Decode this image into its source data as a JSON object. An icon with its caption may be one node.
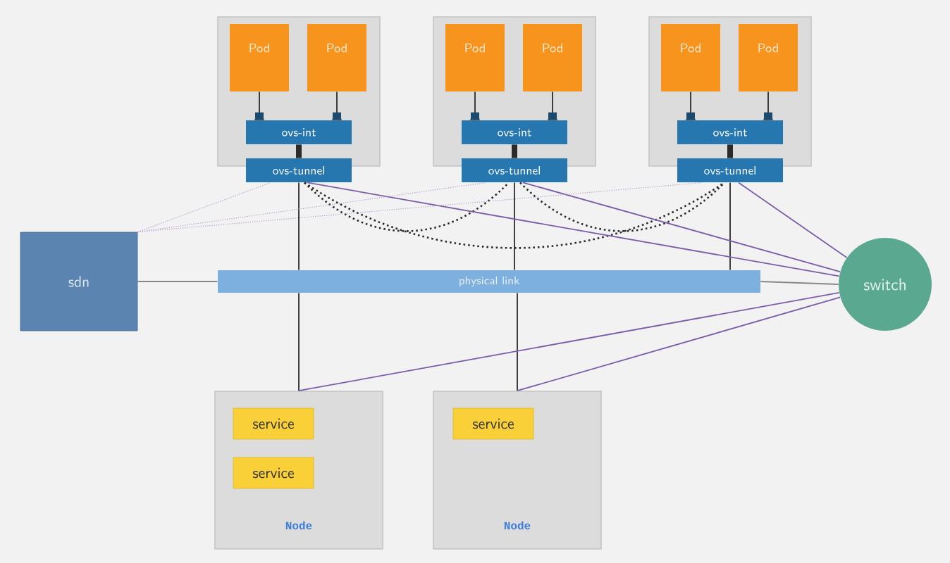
{
  "diagram": {
    "nodes": [
      {
        "text": [],
        "shape": "box"
      },
      {
        "text": [
          "Pod"
        ],
        "in": 0
      },
      {
        "text": [
          "Pod"
        ],
        "in": 0
      },
      {
        "text": [
          "ovs-int"
        ],
        "in": 0
      },
      {
        "text": [
          "ovs-tunnel"
        ]
      },
      {
        "text": [],
        "shape": "box"
      },
      {
        "text": [
          "Pod"
        ],
        "in": 5
      },
      {
        "text": [
          "Pod"
        ],
        "in": 5
      },
      {
        "text": [
          "ovs-int"
        ],
        "in": 5
      },
      {
        "text": [
          "ovs-tunnel"
        ]
      },
      {
        "text": [],
        "shape": "box"
      },
      {
        "text": [
          "Pod"
        ],
        "in": 10
      },
      {
        "text": [
          "Pod"
        ],
        "in": 10
      },
      {
        "text": [
          "ovs-int"
        ],
        "in": 10
      },
      {
        "text": [
          "ovs-tunnel"
        ]
      },
      {
        "text": [
          "sdn"
        ]
      },
      {
        "text": [
          "physical link"
        ]
      },
      {
        "text": [
          "switch"
        ]
      },
      {
        "text": [
          "Node"
        ]
      },
      {
        "text": [
          "service"
        ],
        "in": 18
      },
      {
        "text": [
          "service"
        ],
        "in": 18
      },
      {
        "text": [
          "Node"
        ]
      },
      {
        "text": [
          "service"
        ],
        "in": 21
      }
    ],
    "edges": [
      {
        "from": 1,
        "to": 3,
        "arrow": "other"
      },
      {
        "from": 2,
        "to": 3,
        "arrow": "other"
      },
      {
        "from": 3,
        "to": 4,
        "arrow": "none",
        "style": "thick"
      },
      {
        "from": 6,
        "to": 8,
        "arrow": "other"
      },
      {
        "from": 7,
        "to": 8,
        "arrow": "other"
      },
      {
        "from": 8,
        "to": 9,
        "arrow": "none",
        "style": "thick"
      },
      {
        "from": 11,
        "to": 13,
        "arrow": "other"
      },
      {
        "from": 12,
        "to": 13,
        "arrow": "other"
      },
      {
        "from": 13,
        "to": 14,
        "arrow": "none",
        "style": "thick"
      },
      {
        "from": 4,
        "to": 16,
        "arrow": "none"
      },
      {
        "from": 9,
        "to": 16,
        "arrow": "none"
      },
      {
        "from": 14,
        "to": 16,
        "arrow": "none"
      },
      {
        "from": 18,
        "to": 16,
        "arrow": "none"
      },
      {
        "from": 21,
        "to": 16,
        "arrow": "none"
      },
      {
        "from": 15,
        "to": 16,
        "arrow": "none",
        "color": "#888888"
      },
      {
        "from": 16,
        "to": 17,
        "arrow": "none",
        "color": "#888888"
      },
      {
        "from": 4,
        "to": 9,
        "arrow": "none",
        "style": "dashed"
      },
      {
        "from": 9,
        "to": 14,
        "arrow": "none",
        "style": "dashed"
      },
      {
        "from": 4,
        "to": 14,
        "arrow": "none",
        "style": "dashed"
      },
      {
        "from": 4,
        "to": 17,
        "arrow": "none",
        "color": "#7b5ea7"
      },
      {
        "from": 9,
        "to": 17,
        "arrow": "none",
        "color": "#7b5ea7"
      },
      {
        "from": 14,
        "to": 17,
        "arrow": "none",
        "color": "#7b5ea7"
      },
      {
        "from": 18,
        "to": 17,
        "arrow": "none",
        "color": "#7b5ea7"
      },
      {
        "from": 21,
        "to": 17,
        "arrow": "none",
        "color": "#7b5ea7"
      },
      {
        "from": 15,
        "to": 4,
        "arrow": "none",
        "style": "dashed",
        "color": "#b49ac8"
      },
      {
        "from": 15,
        "to": 9,
        "arrow": "none",
        "style": "dashed",
        "color": "#b49ac8"
      },
      {
        "from": 15,
        "to": 14,
        "arrow": "none",
        "style": "dashed",
        "color": "#b49ac8"
      }
    ]
  }
}
